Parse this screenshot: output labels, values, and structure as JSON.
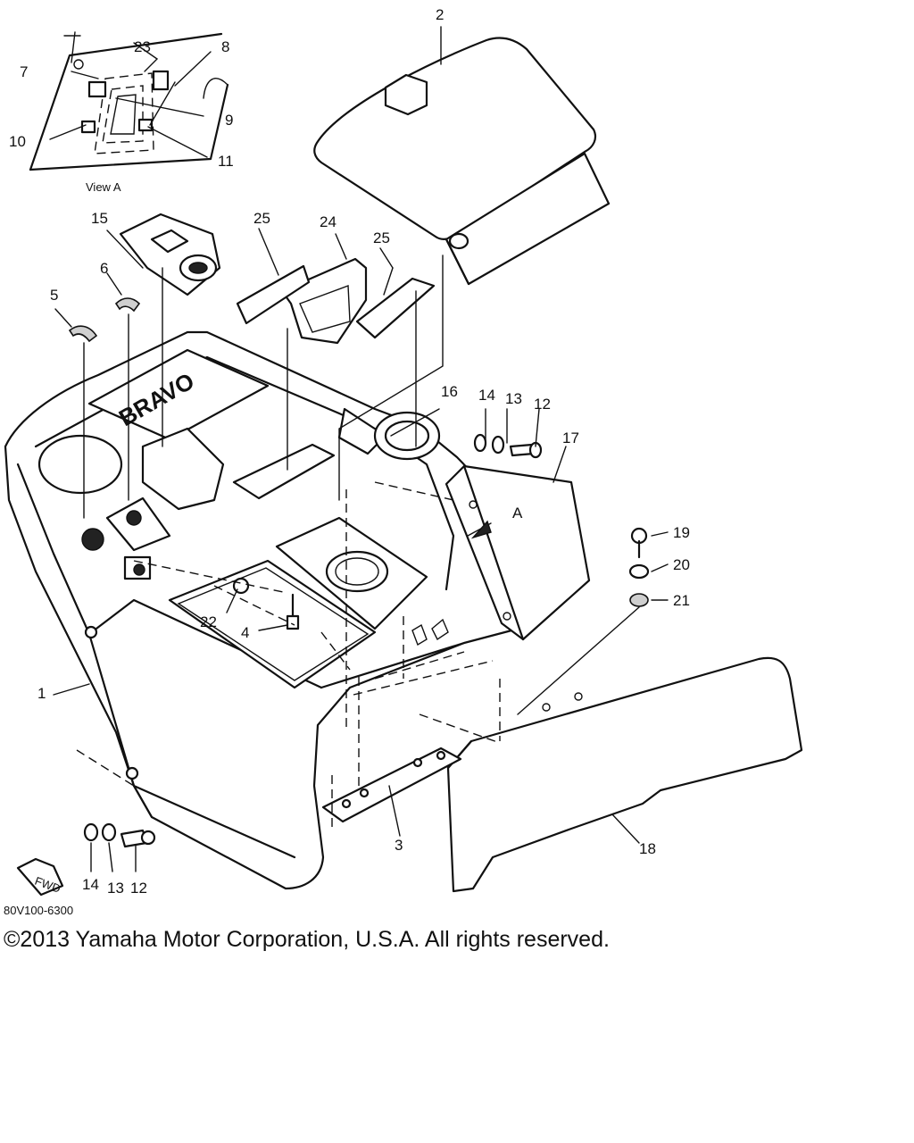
{
  "diagram": {
    "view_label": "View A",
    "part_code": "80V100-6300",
    "fwd_label": "FWD",
    "view_arrow_label": "A",
    "emblem_text": "BRAVO",
    "callouts": [
      "1",
      "2",
      "3",
      "4",
      "5",
      "6",
      "7",
      "8",
      "9",
      "10",
      "11",
      "12",
      "12",
      "13",
      "13",
      "14",
      "14",
      "15",
      "16",
      "17",
      "18",
      "19",
      "20",
      "21",
      "22",
      "23",
      "24",
      "25",
      "25"
    ]
  },
  "footer": {
    "copyright": "©2013 Yamaha Motor Corporation, U.S.A. All rights reserved."
  }
}
